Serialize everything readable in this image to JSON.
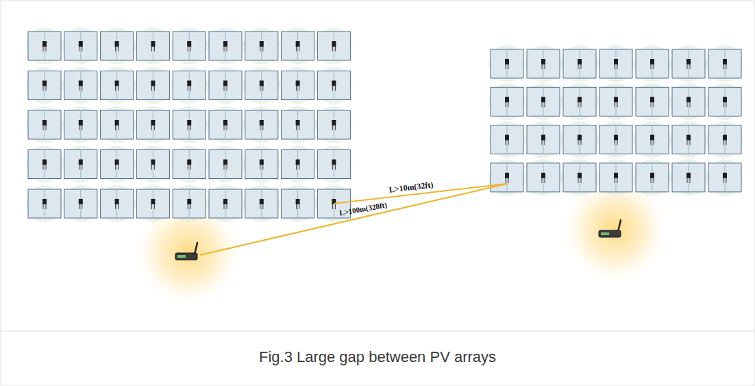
{
  "diagram": {
    "caption": "Fig.3 Large gap between PV arrays",
    "labels": [
      "L>10m(32ft)",
      "L>100m(328ft)"
    ]
  }
}
